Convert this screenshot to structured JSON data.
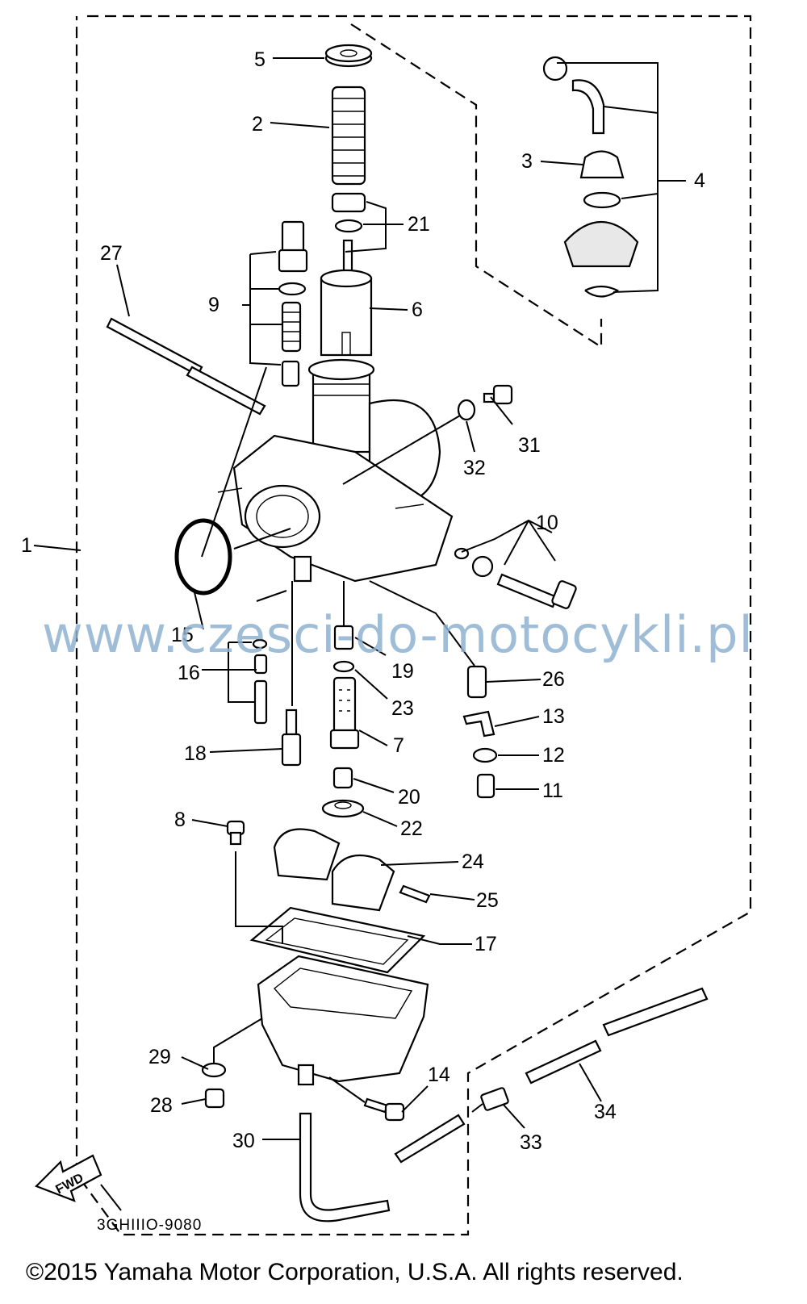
{
  "diagram": {
    "drawing_code": "3GHIIIO-9080",
    "copyright": "©2015 Yamaha Motor Corporation, U.S.A. All rights reserved.",
    "watermark": "www.czesci-do-motocykli.pl",
    "fwd_label": "FWD",
    "callouts": {
      "c1": "1",
      "c2": "2",
      "c3": "3",
      "c4": "4",
      "c5": "5",
      "c6": "6",
      "c7": "7",
      "c8": "8",
      "c9": "9",
      "c10": "10",
      "c11": "11",
      "c12": "12",
      "c13": "13",
      "c14": "14",
      "c15": "15",
      "c16": "16",
      "c17": "17",
      "c18": "18",
      "c19": "19",
      "c20": "20",
      "c21": "21",
      "c22": "22",
      "c23": "23",
      "c24": "24",
      "c25": "25",
      "c26": "26",
      "c27": "27",
      "c28": "28",
      "c29": "29",
      "c30": "30",
      "c31": "31",
      "c32": "32",
      "c33": "33",
      "c34": "34"
    }
  }
}
